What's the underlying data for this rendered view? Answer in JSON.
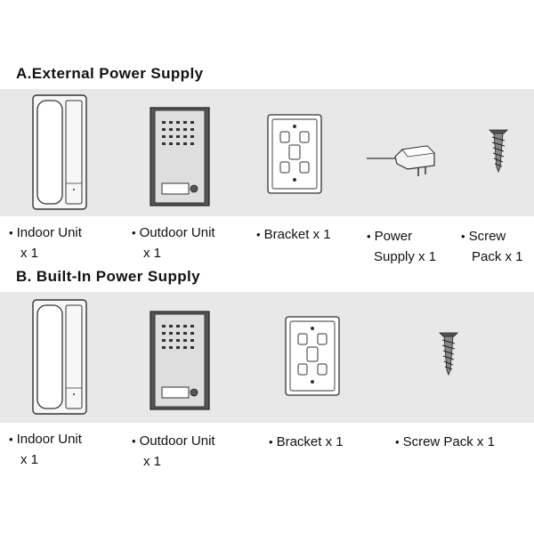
{
  "section_a": {
    "heading": "A.External Power Supply",
    "items": [
      {
        "icon": "indoor-unit-icon",
        "line1": "Indoor Unit",
        "line2": "x 1"
      },
      {
        "icon": "outdoor-unit-icon",
        "line1": "Outdoor Unit",
        "line2": "x 1"
      },
      {
        "icon": "bracket-icon",
        "line1": "Bracket  x 1",
        "line2": ""
      },
      {
        "icon": "power-supply-icon",
        "line1": "Power",
        "line2": "Supply x 1"
      },
      {
        "icon": "screw-icon",
        "line1": "Screw",
        "line2": "Pack x 1"
      }
    ]
  },
  "section_b": {
    "heading": "B. Built-In Power Supply",
    "items": [
      {
        "icon": "indoor-unit-icon",
        "line1": "Indoor Unit",
        "line2": "x 1"
      },
      {
        "icon": "outdoor-unit-icon",
        "line1": "Outdoor Unit",
        "line2": "x 1"
      },
      {
        "icon": "bracket-icon",
        "line1": "Bracket  x 1",
        "line2": ""
      },
      {
        "icon": "screw-icon",
        "line1": "Screw Pack x 1",
        "line2": ""
      }
    ]
  },
  "colors": {
    "band": "#e8e8e8",
    "ink": "#111111",
    "device_body": "#f7f7f7",
    "device_dark": "#555555"
  }
}
